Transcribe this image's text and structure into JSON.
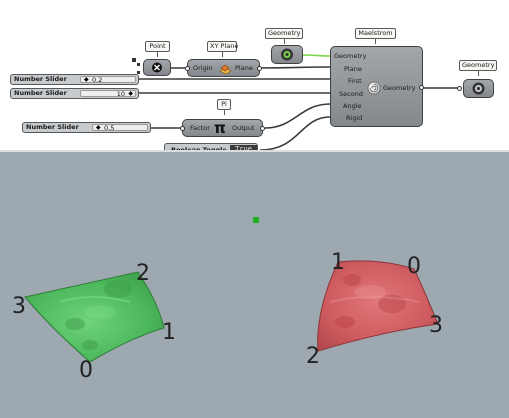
{
  "canvas": {
    "tags": {
      "point": "Point",
      "xy_plane": "XY Plane",
      "geometry_top": "Geometry",
      "maelstrom": "Maelstrom",
      "pi": "Pi",
      "geometry_right": "Geometry"
    },
    "sliders": [
      {
        "name": "Number Slider",
        "value": "0.2"
      },
      {
        "name": "Number Slider",
        "value": "10"
      },
      {
        "name": "Number Slider",
        "value": "0.5"
      }
    ],
    "boolean_toggle": {
      "name": "Boolean Toggle",
      "value": "True"
    },
    "xy_plane": {
      "input": "Origin",
      "output": "Plane"
    },
    "pi": {
      "input": "Factor",
      "output": "Output",
      "symbol": "π"
    },
    "maelstrom": {
      "inputs": [
        "Geometry",
        "Plane",
        "First",
        "Second",
        "Angle",
        "Rigid"
      ],
      "output": "Geometry"
    }
  },
  "viewport": {
    "green_labels": [
      "3",
      "2",
      "1",
      "0"
    ],
    "red_labels": [
      "1",
      "0",
      "3",
      "2"
    ]
  },
  "colors": {
    "canvas_bg": "#ffffff",
    "viewport_bg": "#9ea8b1",
    "component_fill": "#989ca0",
    "green_surface": "#5fc86a",
    "red_surface": "#d9676a",
    "wire_green": "#7bd64b"
  },
  "icons": [
    "point-param-icon",
    "xy-plane-icon",
    "geometry-param-icon",
    "maelstrom-icon",
    "pi-icon"
  ]
}
